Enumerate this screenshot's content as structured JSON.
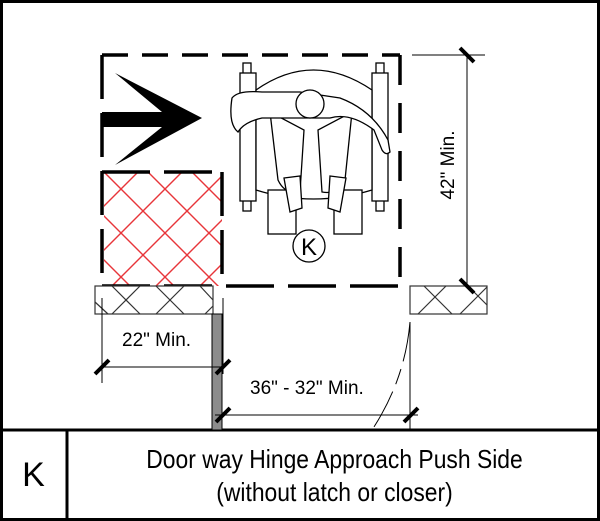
{
  "diagram": {
    "title": "Door way Hinge Approach Push Side",
    "subtitle": "(without latch or closer)",
    "key_letter": "K",
    "figure_marker": "K",
    "dimensions": {
      "depth": "42\" Min.",
      "side_clearance": "22\" Min.",
      "door_width": "36\" - 32\" Min."
    },
    "elements": {
      "approach_arrow": "arrow-right",
      "clear_floor_space": "dashed rectangle",
      "hatched_area": "red crosshatch zone",
      "wheelchair_user": "top-view wheelchair figure",
      "walls": "crosshatched wall sections",
      "door": "gray door leaf with swing arc"
    },
    "colors": {
      "line": "#000000",
      "hatch_red": "#e8353a",
      "door_gray": "#8c8c8c",
      "wall_hatch": "#333333",
      "background": "#ffffff"
    }
  }
}
